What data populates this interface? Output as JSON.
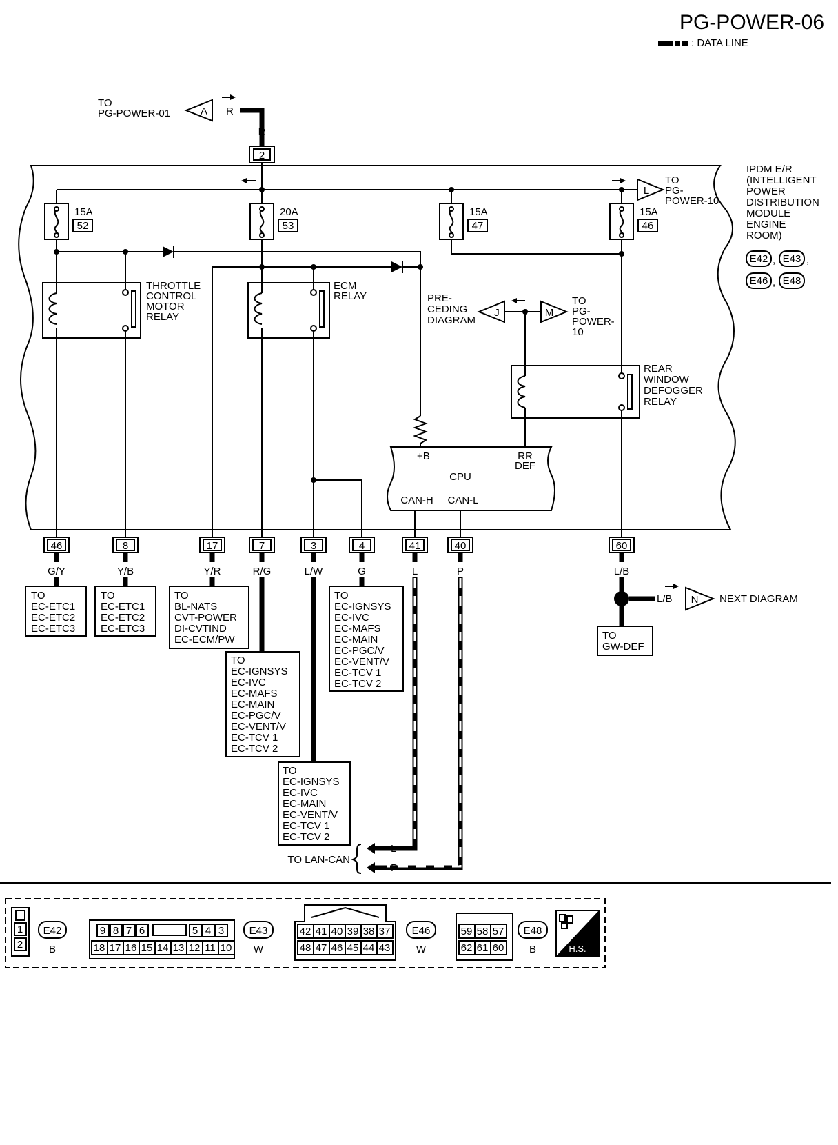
{
  "title": "PG-POWER-06",
  "legend": {
    "data_line": ": DATA LINE"
  },
  "top_ref": {
    "to": "TO",
    "target": "PG-POWER-01",
    "connector_letter": "A",
    "wire": "R",
    "wire_below": "R",
    "terminal": "2"
  },
  "ipdm": {
    "lines": [
      "IPDM E/R",
      "(INTELLIGENT",
      "POWER",
      "DISTRIBUTION",
      "MODULE",
      "ENGINE",
      "ROOM)"
    ],
    "connectors": [
      "E42",
      "E43",
      "E46",
      "E48"
    ]
  },
  "ref_L": {
    "letter": "L",
    "lines": [
      "TO",
      "PG-",
      "POWER-10"
    ]
  },
  "fuses": [
    {
      "amps": "15A",
      "num": "52"
    },
    {
      "amps": "20A",
      "num": "53"
    },
    {
      "amps": "15A",
      "num": "47"
    },
    {
      "amps": "15A",
      "num": "46"
    }
  ],
  "relays": {
    "throttle": [
      "THROTTLE",
      "CONTROL",
      "MOTOR",
      "RELAY"
    ],
    "ecm": [
      "ECM",
      "RELAY"
    ],
    "rear": [
      "REAR",
      "WINDOW",
      "DEFOGGER",
      "RELAY"
    ]
  },
  "refs_JM": {
    "left_lines": [
      "PRE-",
      "CEDING",
      "DIAGRAM"
    ],
    "left_letter": "J",
    "right_letter": "M",
    "right_lines": [
      "TO",
      "PG-",
      "POWER-",
      "10"
    ]
  },
  "cpu": {
    "label": "CPU",
    "plus_b": "+B",
    "rr_def": [
      "RR",
      "DEF"
    ],
    "can_h": "CAN-H",
    "can_l": "CAN-L"
  },
  "terminals": [
    {
      "num": "46",
      "wire": "G/Y"
    },
    {
      "num": "8",
      "wire": "Y/B"
    },
    {
      "num": "17",
      "wire": "Y/R"
    },
    {
      "num": "7",
      "wire": "R/G"
    },
    {
      "num": "3",
      "wire": "L/W"
    },
    {
      "num": "4",
      "wire": "G"
    },
    {
      "num": "41",
      "wire": "L"
    },
    {
      "num": "40",
      "wire": "P"
    },
    {
      "num": "60",
      "wire": "L/B"
    }
  ],
  "dest_boxes": {
    "b46": [
      "TO",
      "EC-ETC1",
      "EC-ETC2",
      "EC-ETC3"
    ],
    "b8": [
      "TO",
      "EC-ETC1",
      "EC-ETC2",
      "EC-ETC3"
    ],
    "b17": [
      "TO",
      "BL-NATS",
      "CVT-POWER",
      "DI-CVTIND",
      "EC-ECM/PW"
    ],
    "b7": [
      "TO",
      "EC-IGNSYS",
      "EC-IVC",
      "EC-MAFS",
      "EC-MAIN",
      "EC-PGC/V",
      "EC-VENT/V",
      "EC-TCV 1",
      "EC-TCV 2"
    ],
    "b3": [
      "TO",
      "EC-IGNSYS",
      "EC-IVC",
      "EC-MAIN",
      "EC-VENT/V",
      "EC-TCV 1",
      "EC-TCV 2"
    ],
    "b4": [
      "TO",
      "EC-IGNSYS",
      "EC-IVC",
      "EC-MAFS",
      "EC-MAIN",
      "EC-PGC/V",
      "EC-VENT/V",
      "EC-TCV 1",
      "EC-TCV 2"
    ],
    "gw": [
      "TO",
      "GW-DEF"
    ]
  },
  "next": {
    "wire": "L/B",
    "letter": "N",
    "label": "NEXT DIAGRAM"
  },
  "lan": {
    "label": "TO LAN-CAN",
    "l": "L",
    "p": "P"
  },
  "connector_views": {
    "e42": {
      "id": "E42",
      "color": "B",
      "pins": [
        "1",
        "2"
      ]
    },
    "e43": {
      "id": "E43",
      "color": "W",
      "top": [
        "9",
        "8",
        "7",
        "6",
        "5",
        "4",
        "3"
      ],
      "bottom": [
        "18",
        "17",
        "16",
        "15",
        "14",
        "13",
        "12",
        "11",
        "10"
      ]
    },
    "e46": {
      "id": "E46",
      "color": "W",
      "top": [
        "42",
        "41",
        "40",
        "39",
        "38",
        "37"
      ],
      "bottom": [
        "48",
        "47",
        "46",
        "45",
        "44",
        "43"
      ]
    },
    "e48": {
      "id": "E48",
      "color": "B",
      "top": [
        "59",
        "58",
        "57"
      ],
      "bottom": [
        "62",
        "61",
        "60"
      ]
    },
    "hs": "H.S."
  }
}
